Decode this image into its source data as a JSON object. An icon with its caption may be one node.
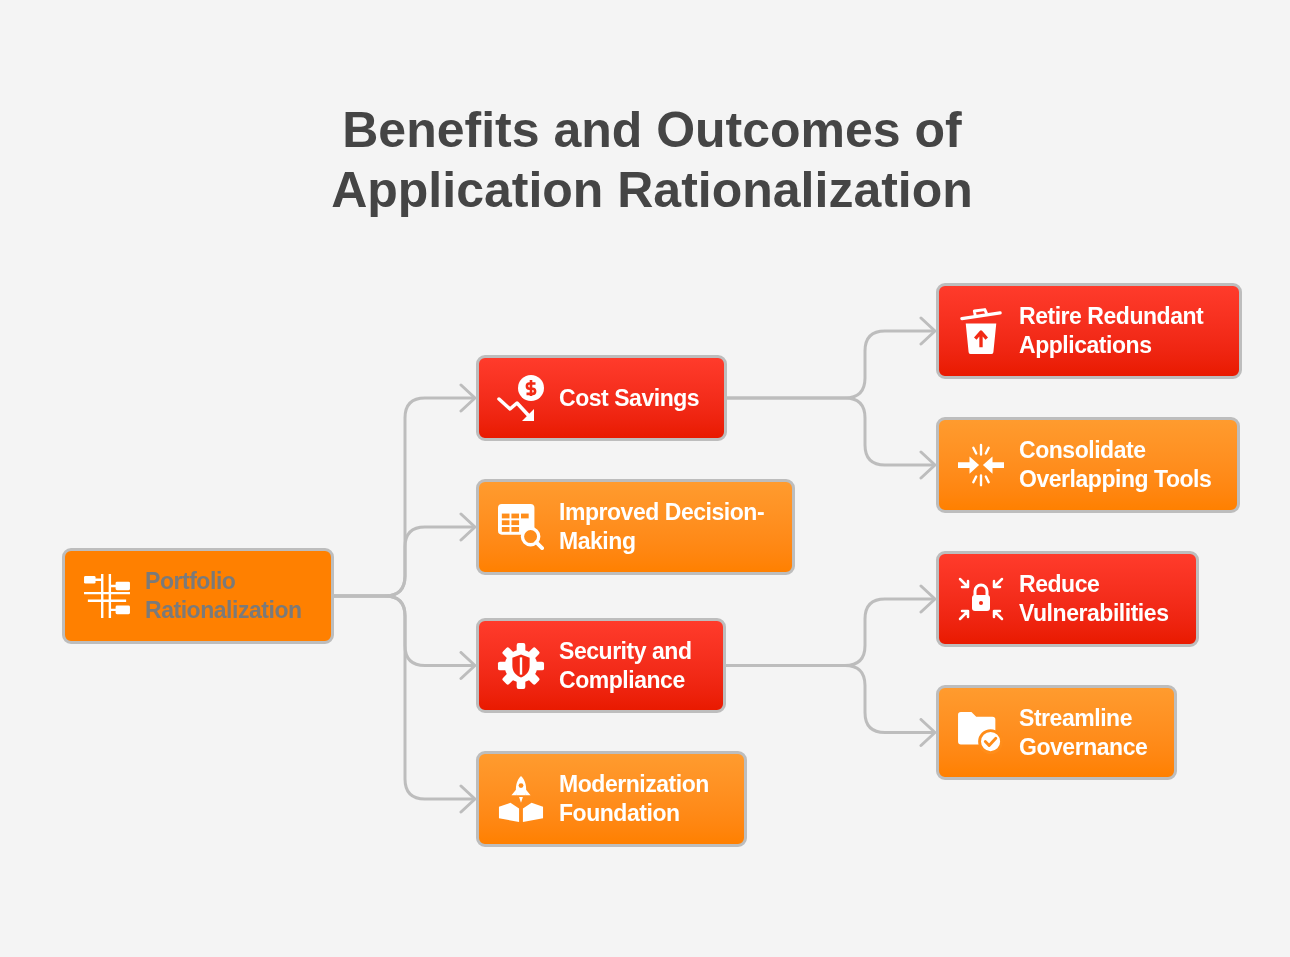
{
  "diagram": {
    "title": "Benefits and Outcomes of Application Rationalization",
    "nodes": [
      {
        "text": [
          "Portfolio Rationalization"
        ]
      },
      {
        "text": [
          "Cost Savings"
        ]
      },
      {
        "text": [
          "Improved Decision-Making"
        ]
      },
      {
        "text": [
          "Security and Compliance"
        ]
      },
      {
        "text": [
          "Modernization Foundation"
        ]
      },
      {
        "text": [
          "Retire Redundant Applications"
        ]
      },
      {
        "text": [
          "Consolidate Overlapping Tools"
        ]
      },
      {
        "text": [
          "Reduce Vulnerabilities"
        ]
      },
      {
        "text": [
          "Streamline Governance"
        ]
      }
    ],
    "edges": [
      {
        "from": 0,
        "to": 1,
        "arrow": "to"
      },
      {
        "from": 0,
        "to": 2,
        "arrow": "to"
      },
      {
        "from": 0,
        "to": 3,
        "arrow": "to"
      },
      {
        "from": 0,
        "to": 4,
        "arrow": "to"
      },
      {
        "from": 1,
        "to": 5,
        "arrow": "to"
      },
      {
        "from": 1,
        "to": 6,
        "arrow": "to"
      },
      {
        "from": 3,
        "to": 7,
        "arrow": "to"
      },
      {
        "from": 3,
        "to": 8,
        "arrow": "to"
      }
    ]
  }
}
